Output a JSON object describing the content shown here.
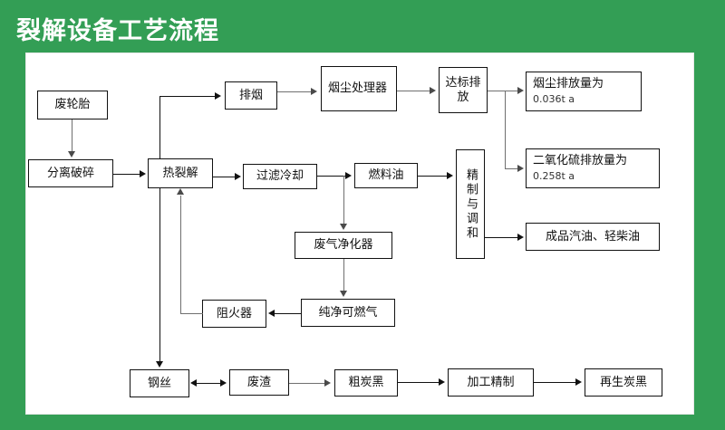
{
  "header": {
    "title": "裂解设备工艺流程",
    "background_color": "#339e55",
    "text_color": "#ffffff"
  },
  "canvas": {
    "background_color": "#ffffff",
    "border_color": "#e8e8e8"
  },
  "diagram": {
    "type": "flowchart",
    "line_color": "#6f6f6f",
    "box_border_color": "#111111",
    "nodes": [
      {
        "id": "waste_tire",
        "label": "废轮胎"
      },
      {
        "id": "separate_crush",
        "label": "分离破碎"
      },
      {
        "id": "thermal_cracking",
        "label": "热裂解"
      },
      {
        "id": "exhaust_smoke",
        "label": "排烟"
      },
      {
        "id": "dust_treatment",
        "label": "烟尘处理器"
      },
      {
        "id": "standard_emission",
        "label": "达标排放"
      },
      {
        "id": "dust_amount",
        "label": "烟尘排放量为",
        "value": "0.036t a"
      },
      {
        "id": "so2_amount",
        "label": "二氧化硫排放量为",
        "value": "0.258t a"
      },
      {
        "id": "filter_cool",
        "label": "过滤冷却"
      },
      {
        "id": "fuel_oil",
        "label": "燃料油"
      },
      {
        "id": "refine_blend",
        "label": "精制与调和"
      },
      {
        "id": "finished_oil",
        "label": "成品汽油、轻柴油"
      },
      {
        "id": "gas_purifier",
        "label": "废气净化器"
      },
      {
        "id": "clean_gas",
        "label": "纯净可燃气"
      },
      {
        "id": "flame_arrester",
        "label": "阻火器"
      },
      {
        "id": "steel_wire",
        "label": "钢丝"
      },
      {
        "id": "waste_residue",
        "label": "废渣"
      },
      {
        "id": "crude_carbon",
        "label": "粗炭黑"
      },
      {
        "id": "process_refine",
        "label": "加工精制"
      },
      {
        "id": "recycled_carbon",
        "label": "再生炭黑"
      }
    ],
    "edges": [
      {
        "from": "waste_tire",
        "to": "separate_crush",
        "dir": "down"
      },
      {
        "from": "separate_crush",
        "to": "thermal_cracking",
        "dir": "right"
      },
      {
        "from": "thermal_cracking",
        "to": "exhaust_smoke",
        "dir": "up-right"
      },
      {
        "from": "exhaust_smoke",
        "to": "dust_treatment",
        "dir": "right"
      },
      {
        "from": "dust_treatment",
        "to": "standard_emission",
        "dir": "right"
      },
      {
        "from": "standard_emission",
        "to": "dust_amount",
        "dir": "right"
      },
      {
        "from": "standard_emission",
        "to": "so2_amount",
        "dir": "down-right"
      },
      {
        "from": "thermal_cracking",
        "to": "filter_cool",
        "dir": "right"
      },
      {
        "from": "filter_cool",
        "to": "fuel_oil",
        "dir": "right"
      },
      {
        "from": "fuel_oil",
        "to": "refine_blend",
        "dir": "right"
      },
      {
        "from": "refine_blend",
        "to": "finished_oil",
        "dir": "right"
      },
      {
        "from": "filter_cool",
        "to": "gas_purifier",
        "dir": "down"
      },
      {
        "from": "gas_purifier",
        "to": "clean_gas",
        "dir": "down"
      },
      {
        "from": "clean_gas",
        "to": "flame_arrester",
        "dir": "left"
      },
      {
        "from": "flame_arrester",
        "to": "thermal_cracking",
        "dir": "up"
      },
      {
        "from": "thermal_cracking",
        "to": "steel_wire",
        "dir": "down"
      },
      {
        "from": "steel_wire",
        "to": "waste_residue",
        "dir": "both"
      },
      {
        "from": "waste_residue",
        "to": "crude_carbon",
        "dir": "right"
      },
      {
        "from": "crude_carbon",
        "to": "process_refine",
        "dir": "right"
      },
      {
        "from": "process_refine",
        "to": "recycled_carbon",
        "dir": "right"
      }
    ]
  }
}
